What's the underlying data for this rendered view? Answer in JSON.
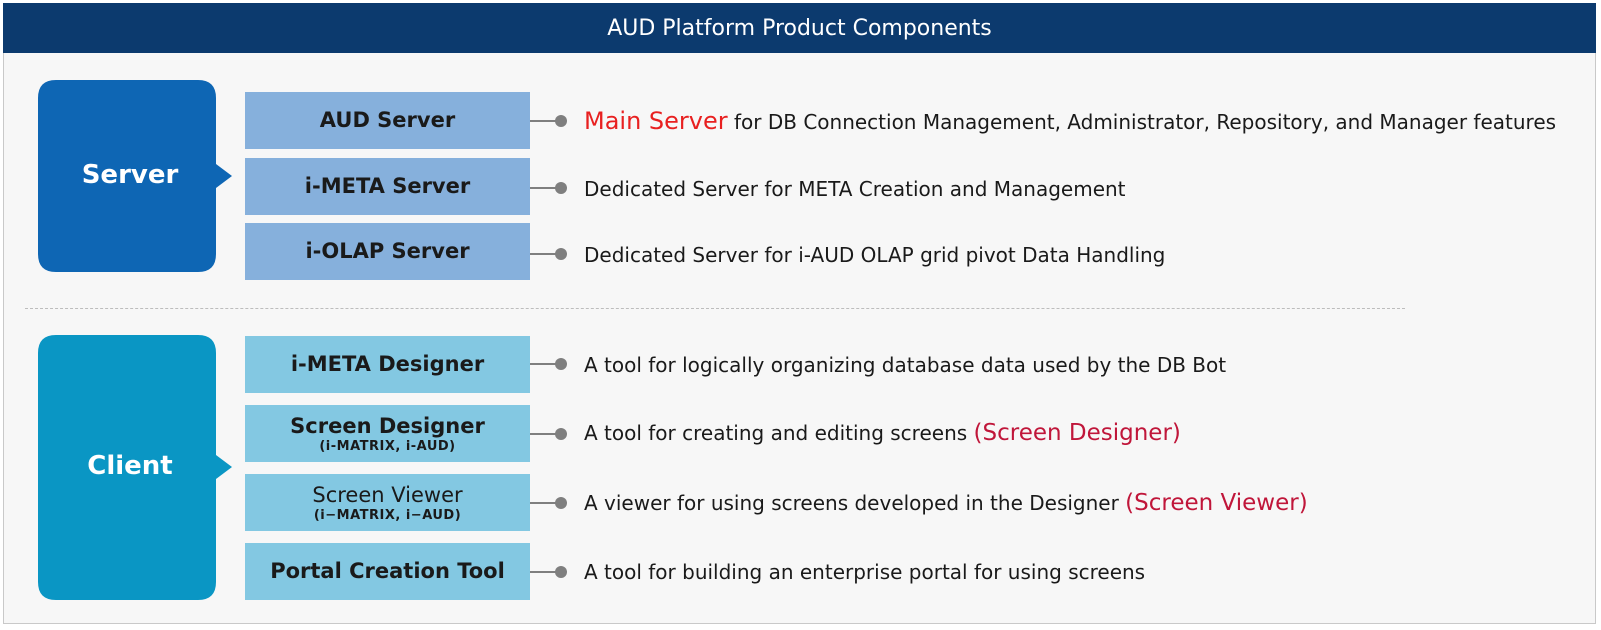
{
  "title": "AUD Platform Product Components",
  "groups": {
    "server": {
      "label": "Server",
      "color": "#0e66b4",
      "items": [
        {
          "name": "AUD Server",
          "highlight": "Main Server",
          "description": " for DB Connection Management, Administrator, Repository, and Manager features"
        },
        {
          "name": "i-META Server",
          "description": "Dedicated Server for META Creation and Management"
        },
        {
          "name": "i-OLAP Server",
          "description": "Dedicated Server for i-AUD OLAP grid pivot Data Handling"
        }
      ]
    },
    "client": {
      "label": "Client",
      "color": "#0a96c4",
      "items": [
        {
          "name": "i-META Designer",
          "description": "A tool for logically organizing database data used by the DB Bot"
        },
        {
          "name": "Screen Designer",
          "sub": "(i-MATRIX,  i-AUD)",
          "description": "A tool for creating and editing screens ",
          "highlight": "(Screen Designer)"
        },
        {
          "name": "Screen Viewer",
          "sub": "(i−MATRIX,  i−AUD)",
          "description": "A viewer for using screens developed in the Designer ",
          "highlight": "(Screen Viewer)"
        },
        {
          "name": "Portal Creation Tool",
          "description": "A tool for building an enterprise portal for using screens"
        }
      ]
    }
  },
  "colors": {
    "title_bar": "#0c3a6e",
    "server_component": "#86b0dc",
    "client_component": "#83c8e2",
    "highlight": "#c0163a",
    "connector": "#7f7f7f"
  }
}
